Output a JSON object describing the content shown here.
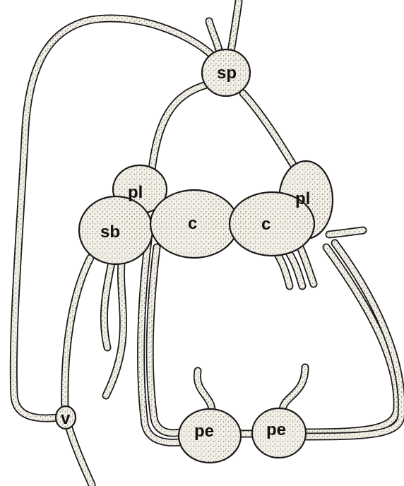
{
  "diagram": {
    "colors": {
      "outline": "#1a1a1a",
      "fill": "#f3f0e8",
      "stipple": "#7a7060"
    },
    "ganglia": [
      {
        "id": "supraesophageal",
        "label": "sp"
      },
      {
        "id": "left-pleural",
        "label": "pl"
      },
      {
        "id": "right-pleural",
        "label": "pl"
      },
      {
        "id": "subesophageal",
        "label": "sb"
      },
      {
        "id": "left-cerebral",
        "label": "c"
      },
      {
        "id": "right-cerebral",
        "label": "c"
      },
      {
        "id": "left-pedal",
        "label": "pe"
      },
      {
        "id": "right-pedal",
        "label": "pe"
      },
      {
        "id": "visceral",
        "label": "v"
      }
    ]
  }
}
